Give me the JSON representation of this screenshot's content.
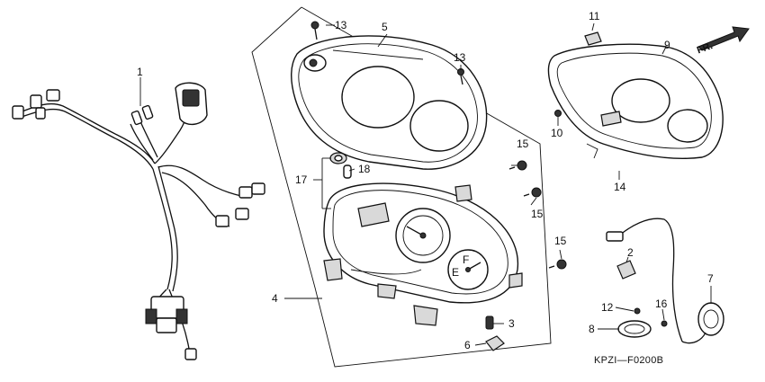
{
  "callouts": {
    "c1": "1",
    "c2": "2",
    "c3": "3",
    "c4": "4",
    "c5": "5",
    "c6": "6",
    "c7": "7",
    "c8": "8",
    "c9": "9",
    "c10": "10",
    "c11": "11",
    "c12": "12",
    "c13a": "13",
    "c13b": "13",
    "c14": "14",
    "c15a": "15",
    "c15b": "15",
    "c15c": "15",
    "c16": "16",
    "c17": "17",
    "c18": "18"
  },
  "direction_label": "FR.",
  "figure_code": "KPZI—F0200B",
  "gauge_marks": {
    "fuel_full": "F",
    "fuel_empty": "E"
  }
}
